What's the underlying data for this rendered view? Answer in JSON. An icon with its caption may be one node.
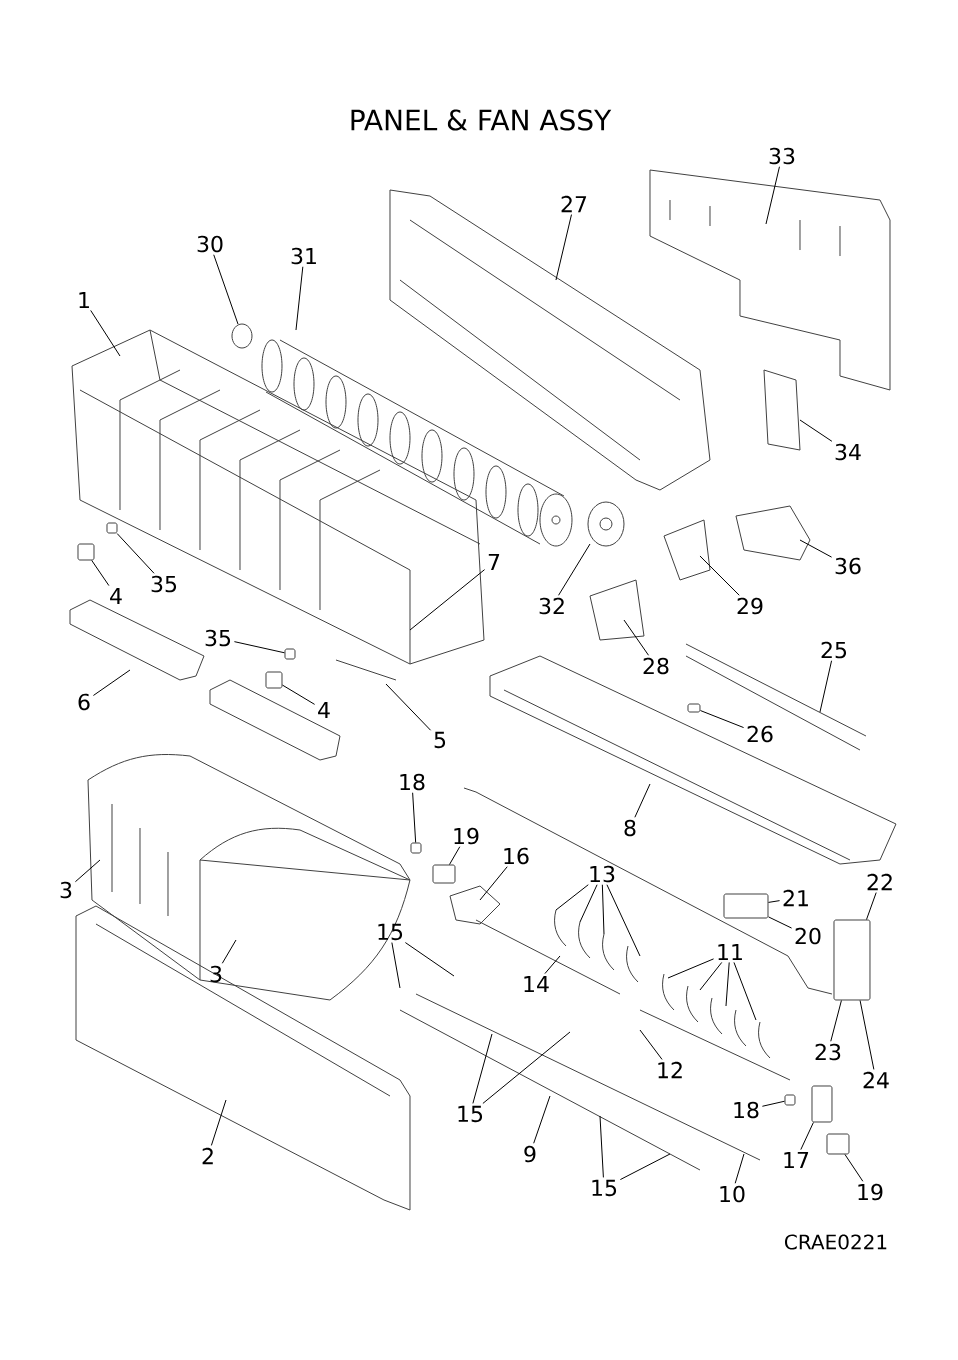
{
  "diagram": {
    "title": "PANEL & FAN ASSY",
    "nodes": [
      {
        "text": [
          "33"
        ]
      },
      {
        "text": [
          "27"
        ]
      },
      {
        "text": [
          "30"
        ]
      },
      {
        "text": [
          "31"
        ]
      },
      {
        "text": [
          "1"
        ]
      },
      {
        "text": [
          "34"
        ]
      },
      {
        "text": [
          "36"
        ]
      },
      {
        "text": [
          "7"
        ]
      },
      {
        "text": [
          "32"
        ]
      },
      {
        "text": [
          "29"
        ]
      },
      {
        "text": [
          "35"
        ]
      },
      {
        "text": [
          "4"
        ]
      },
      {
        "text": [
          "28"
        ]
      },
      {
        "text": [
          "25"
        ]
      },
      {
        "text": [
          "35"
        ]
      },
      {
        "text": [
          "6"
        ]
      },
      {
        "text": [
          "4"
        ]
      },
      {
        "text": [
          "26"
        ]
      },
      {
        "text": [
          "5"
        ]
      },
      {
        "text": [
          "8"
        ]
      },
      {
        "text": [
          "18"
        ]
      },
      {
        "text": [
          "19"
        ]
      },
      {
        "text": [
          "16"
        ]
      },
      {
        "text": [
          "13"
        ]
      },
      {
        "text": [
          "3"
        ]
      },
      {
        "text": [
          "22"
        ]
      },
      {
        "text": [
          "21"
        ]
      },
      {
        "text": [
          "15"
        ]
      },
      {
        "text": [
          "11"
        ]
      },
      {
        "text": [
          "14"
        ]
      },
      {
        "text": [
          "20"
        ]
      },
      {
        "text": [
          "3"
        ]
      },
      {
        "text": [
          "23"
        ]
      },
      {
        "text": [
          "12"
        ]
      },
      {
        "text": [
          "24"
        ]
      },
      {
        "text": [
          "15"
        ]
      },
      {
        "text": [
          "18"
        ]
      },
      {
        "text": [
          "9"
        ]
      },
      {
        "text": [
          "2"
        ]
      },
      {
        "text": [
          "17"
        ]
      },
      {
        "text": [
          "15"
        ]
      },
      {
        "text": [
          "10"
        ]
      },
      {
        "text": [
          "19"
        ]
      },
      {
        "text": [],
        "shape": "box"
      },
      {
        "text": [],
        "shape": "box"
      },
      {
        "text": [],
        "shape": "box"
      },
      {
        "text": [],
        "shape": "box"
      },
      {
        "text": [],
        "shape": "box"
      },
      {
        "text": [],
        "shape": "box"
      },
      {
        "text": [],
        "shape": "box"
      },
      {
        "text": [],
        "shape": "box"
      },
      {
        "text": [],
        "shape": "box"
      },
      {
        "text": [],
        "shape": "box"
      },
      {
        "text": [],
        "shape": "box"
      },
      {
        "text": [],
        "shape": "box"
      }
    ],
    "edges": [
      {
        "from": 0,
        "to": null,
        "arrow": "none"
      },
      {
        "from": 1,
        "to": null,
        "arrow": "none"
      },
      {
        "from": 2,
        "to": null,
        "arrow": "none"
      },
      {
        "from": 3,
        "to": null,
        "arrow": "none"
      },
      {
        "from": 4,
        "to": null,
        "arrow": "none"
      },
      {
        "from": 5,
        "to": null,
        "arrow": "none"
      },
      {
        "from": 6,
        "to": null,
        "arrow": "none"
      },
      {
        "from": 7,
        "to": null,
        "arrow": "none"
      },
      {
        "from": 8,
        "to": null,
        "arrow": "none"
      },
      {
        "from": 9,
        "to": null,
        "arrow": "none"
      },
      {
        "from": 10,
        "to": 43,
        "arrow": "none"
      },
      {
        "from": 11,
        "to": 44,
        "arrow": "none"
      },
      {
        "from": 12,
        "to": null,
        "arrow": "none"
      },
      {
        "from": 13,
        "to": null,
        "arrow": "none"
      },
      {
        "from": 14,
        "to": 45,
        "arrow": "none"
      },
      {
        "from": 15,
        "to": null,
        "arrow": "none"
      },
      {
        "from": 16,
        "to": 46,
        "arrow": "none"
      },
      {
        "from": 17,
        "to": 47,
        "arrow": "none"
      },
      {
        "from": 18,
        "to": null,
        "arrow": "none"
      },
      {
        "from": 19,
        "to": null,
        "arrow": "none"
      },
      {
        "from": 20,
        "to": 48,
        "arrow": "none"
      },
      {
        "from": 21,
        "to": 49,
        "arrow": "none"
      },
      {
        "from": 22,
        "to": null,
        "arrow": "none"
      },
      {
        "from": 23,
        "to": null,
        "arrow": "none"
      },
      {
        "from": 23,
        "to": null,
        "arrow": "none"
      },
      {
        "from": 23,
        "to": null,
        "arrow": "none"
      },
      {
        "from": 23,
        "to": null,
        "arrow": "none"
      },
      {
        "from": 24,
        "to": null,
        "arrow": "none"
      },
      {
        "from": 25,
        "to": 54,
        "arrow": "none"
      },
      {
        "from": 26,
        "to": 52,
        "arrow": "none"
      },
      {
        "from": 27,
        "to": null,
        "arrow": "none"
      },
      {
        "from": 27,
        "to": null,
        "arrow": "none"
      },
      {
        "from": 28,
        "to": null,
        "arrow": "none"
      },
      {
        "from": 28,
        "to": null,
        "arrow": "none"
      },
      {
        "from": 28,
        "to": null,
        "arrow": "none"
      },
      {
        "from": 28,
        "to": null,
        "arrow": "none"
      },
      {
        "from": 29,
        "to": null,
        "arrow": "none"
      },
      {
        "from": 30,
        "to": 52,
        "arrow": "none"
      },
      {
        "from": 31,
        "to": null,
        "arrow": "none"
      },
      {
        "from": 32,
        "to": 54,
        "arrow": "none"
      },
      {
        "from": 33,
        "to": null,
        "arrow": "none"
      },
      {
        "from": 34,
        "to": 54,
        "arrow": "none"
      },
      {
        "from": 35,
        "to": null,
        "arrow": "none"
      },
      {
        "from": 35,
        "to": null,
        "arrow": "none"
      },
      {
        "from": 36,
        "to": 50,
        "arrow": "none"
      },
      {
        "from": 37,
        "to": null,
        "arrow": "none"
      },
      {
        "from": 38,
        "to": null,
        "arrow": "none"
      },
      {
        "from": 39,
        "to": 53,
        "arrow": "none"
      },
      {
        "from": 40,
        "to": null,
        "arrow": "none"
      },
      {
        "from": 40,
        "to": null,
        "arrow": "none"
      },
      {
        "from": 41,
        "to": null,
        "arrow": "none"
      },
      {
        "from": 42,
        "to": 51,
        "arrow": "none"
      }
    ],
    "labels": [
      "CRAE0221"
    ]
  }
}
